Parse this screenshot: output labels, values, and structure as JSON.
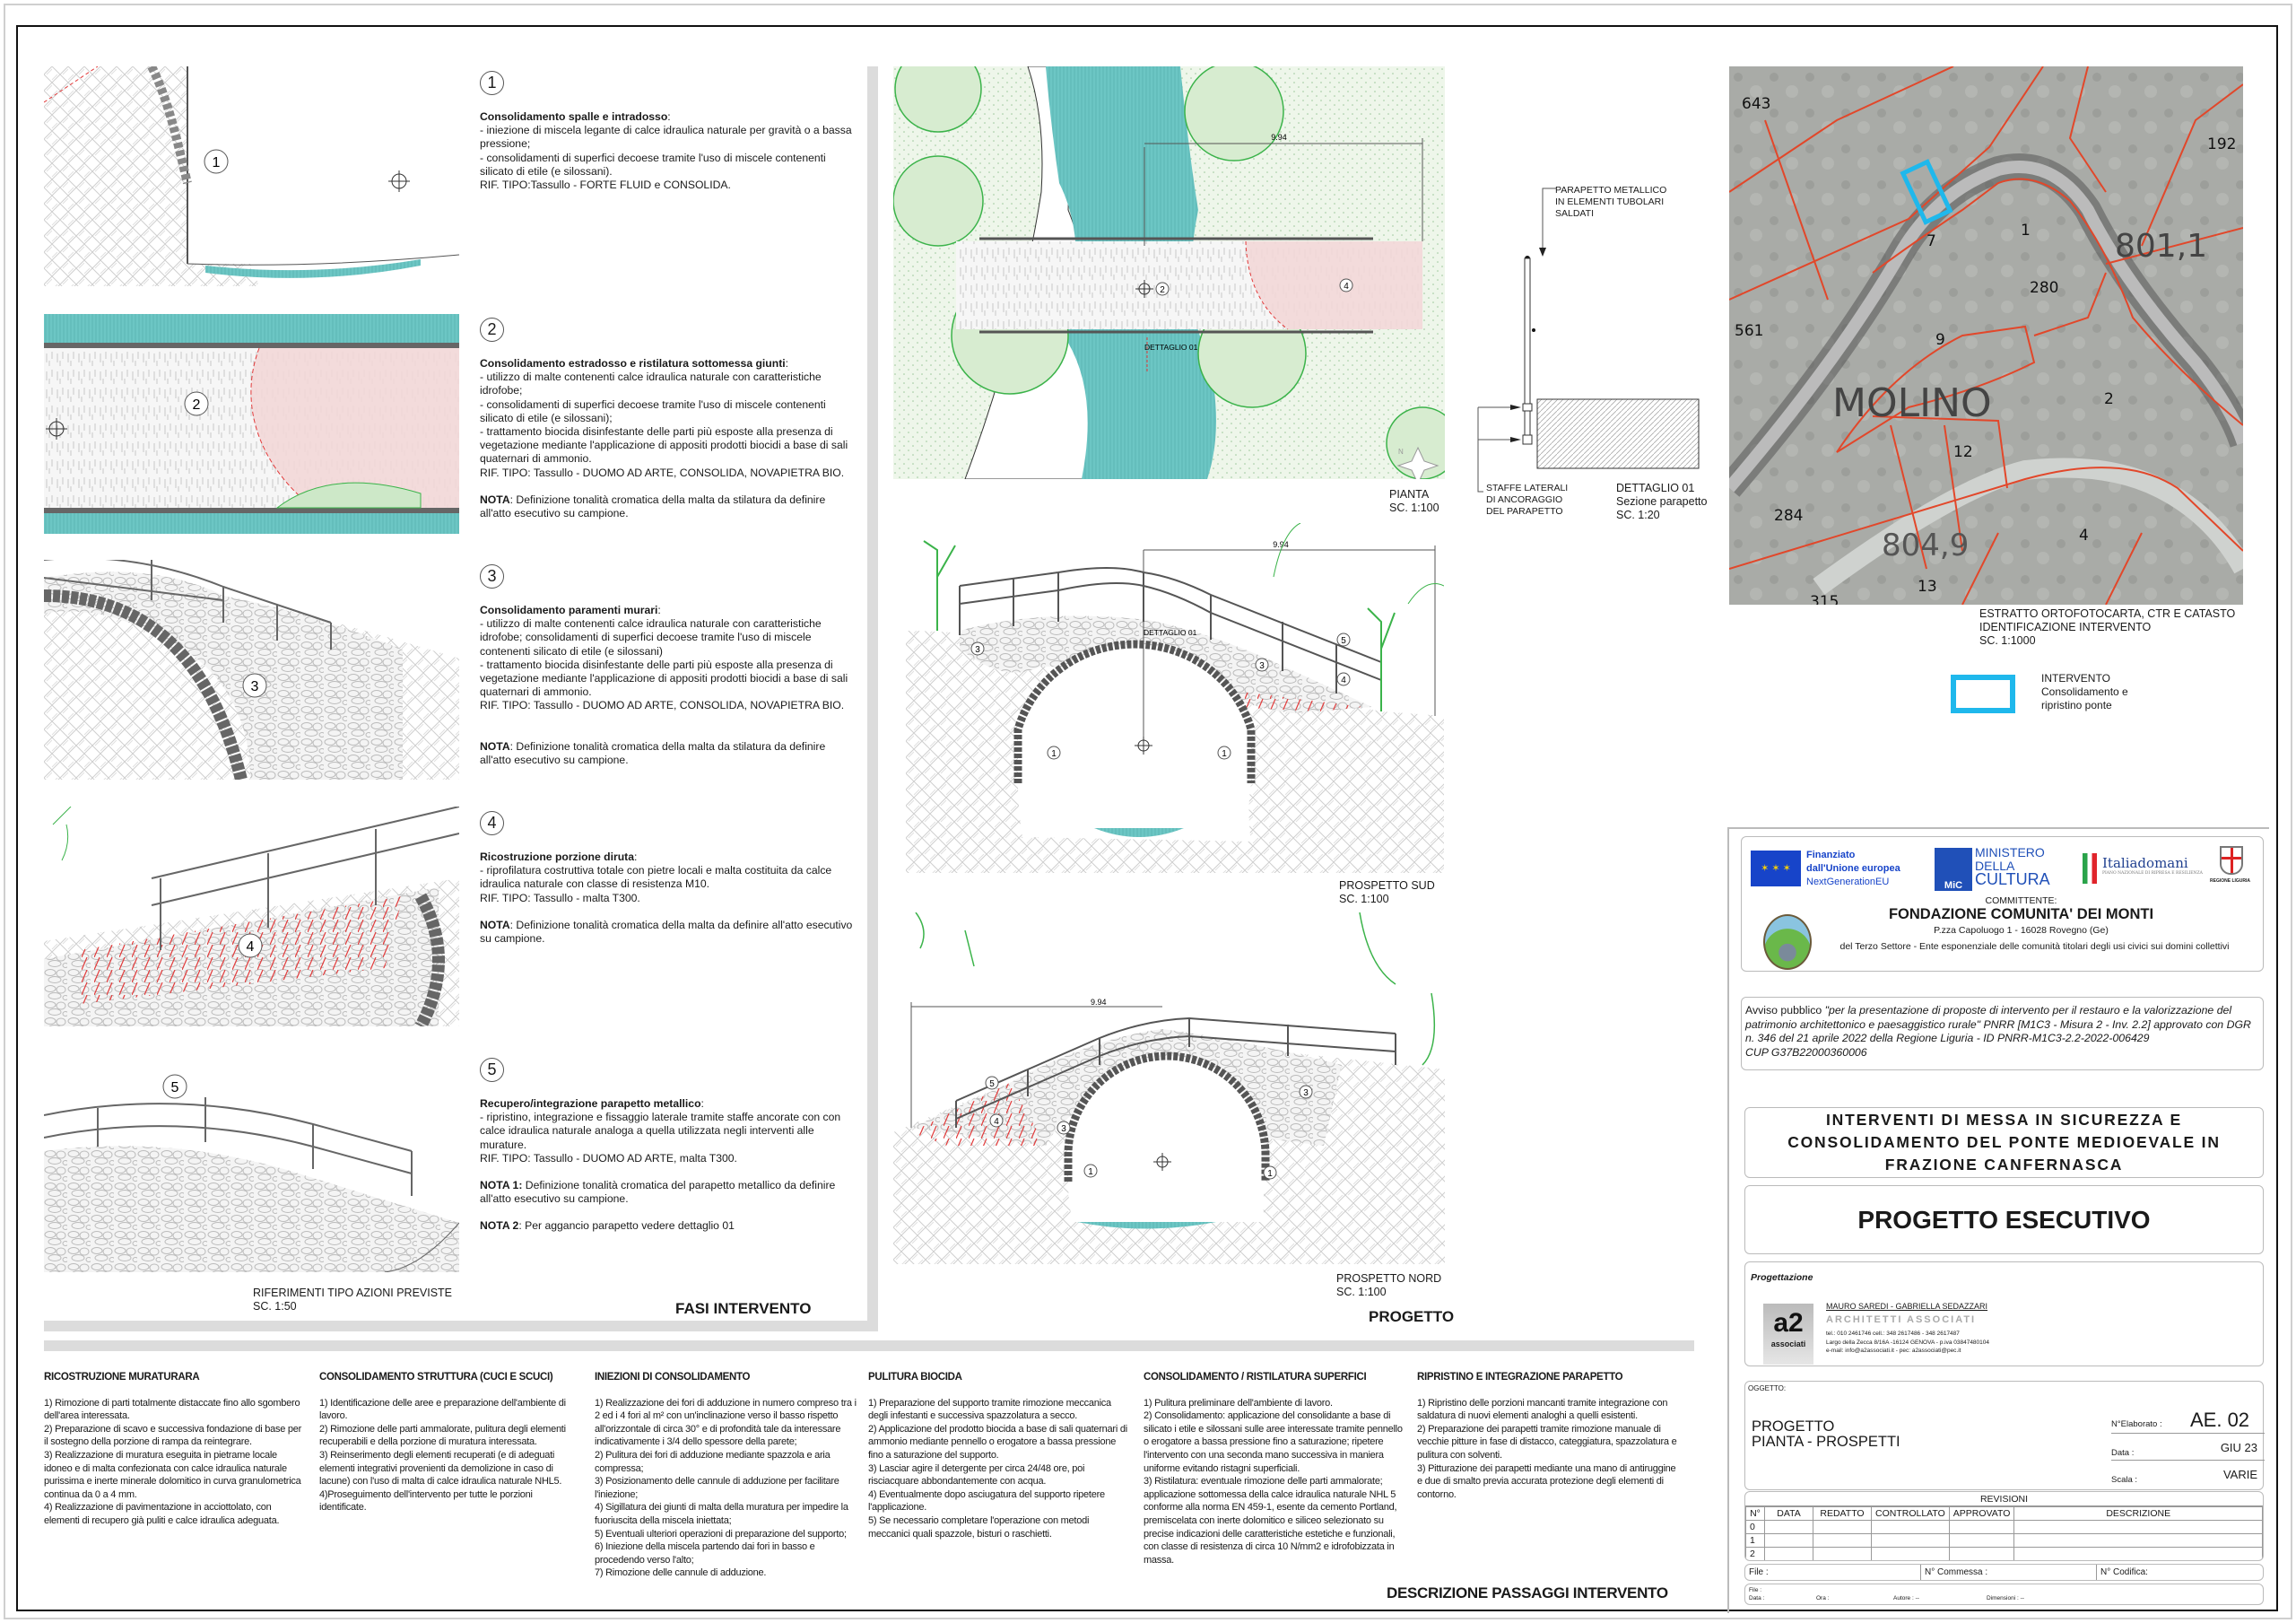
{
  "fasi": {
    "section_title": "FASI INTERVENTO",
    "caption": [
      "RIFERIMENTI TIPO AZIONI PREVISTE",
      "SC. 1:50"
    ],
    "items": [
      {
        "num": "1",
        "title": "Consolidamento spalle e intradosso",
        "body": [
          "- iniezione di miscela legante di calce idraulica naturale per gravità o a bassa pressione;",
          "- consolidamenti di superfici decoese tramite l'uso di miscele contenenti silicato di etile (e silossani).",
          "RIF. TIPO:Tassullo - FORTE FLUID e CONSOLIDA."
        ],
        "notes": []
      },
      {
        "num": "2",
        "title": "Consolidamento estradosso e ristilatura sottomessa giunti",
        "body": [
          "- utilizzo di malte contenenti calce idraulica naturale con caratteristiche idrofobe;",
          "- consolidamenti di superfici decoese tramite l'uso di miscele contenenti silicato di etile (e silossani);",
          "- trattamento biocida disinfestante delle parti più esposte alla presenza di vegetazione mediante l'applicazione di appositi prodotti biocidi a base di sali quaternari di ammonio.",
          "RIF. TIPO: Tassullo - DUOMO AD ARTE, CONSOLIDA, NOVAPIETRA BIO."
        ],
        "notes": [
          {
            "label": "NOTA",
            "text": ": Definizione tonalità cromatica della malta da stilatura da definire all'atto esecutivo su campione."
          }
        ]
      },
      {
        "num": "3",
        "title": "Consolidamento paramenti murari",
        "body": [
          "- utilizzo di malte contenenti calce idraulica naturale con caratteristiche idrofobe; consolidamenti di superfici decoese tramite l'uso di miscele contenenti silicato di etile (e silossani)",
          "- trattamento biocida disinfestante delle parti più esposte alla presenza di vegetazione mediante l'applicazione di appositi prodotti biocidi a base di sali quaternari di ammonio.",
          "RIF. TIPO: Tassullo - DUOMO AD ARTE, CONSOLIDA, NOVAPIETRA BIO."
        ],
        "notes": [
          {
            "label": "NOTA",
            "text": ": Definizione tonalità cromatica della malta da stilatura da definire all'atto esecutivo su campione."
          }
        ]
      },
      {
        "num": "4",
        "title": "Ricostruzione porzione diruta",
        "body": [
          "- riprofilatura costruttiva totale con pietre locali e malta costituita da calce idraulica naturale con classe di resistenza M10.",
          "RIF. TIPO: Tassullo - malta T300."
        ],
        "notes": [
          {
            "label": "NOTA",
            "text": ": Definizione tonalità cromatica della malta da definire all'atto esecutivo su campione."
          }
        ]
      },
      {
        "num": "5",
        "title": "Recupero/integrazione parapetto metallico",
        "body": [
          "- ripristino, integrazione e fissaggio laterale tramite staffe ancorate con con calce idraulica naturale analoga a quella utilizzata negli interventi alle murature.",
          "RIF. TIPO: Tassullo - DUOMO AD ARTE, malta T300."
        ],
        "notes": [
          {
            "label": "NOTA 1:",
            "text": " Definizione tonalità cromatica del parapetto metallico da definire all'atto esecutivo su campione."
          },
          {
            "label": "NOTA 2",
            "text": ": Per aggancio parapetto vedere dettaglio 01"
          }
        ]
      }
    ]
  },
  "progetto": {
    "section_title": "PROGETTO",
    "dimension": "9.94",
    "detail_ref": "DETTAGLIO 01",
    "pianta": [
      "PIANTA",
      "SC. 1:100"
    ],
    "sud": [
      "PROSPETTO SUD",
      "SC. 1:100"
    ],
    "nord": [
      "PROSPETTO NORD",
      "SC. 1:100"
    ],
    "north_label": "N"
  },
  "dettaglio": {
    "top_label": [
      "PARAPETTO METALLICO",
      "IN ELEMENTI TUBOLARI",
      "SALDATI"
    ],
    "bottom_label": [
      "STAFFE LATERALI",
      "DI ANCORAGGIO",
      "DEL PARAPETTO"
    ],
    "title": [
      "DETTAGLIO 01",
      "Sezione parapetto",
      "SC. 1:20"
    ]
  },
  "map": {
    "labels": [
      "643",
      "192",
      "1",
      "801,1",
      "280",
      "7",
      "561",
      "9",
      "MOLINO",
      "2",
      "12",
      "284",
      "804,9",
      "4",
      "13",
      "315"
    ],
    "caption": [
      "ESTRATTO ORTOFOTOCARTA, CTR E CATASTO",
      "IDENTIFICAZIONE INTERVENTO",
      "SC. 1:1000"
    ],
    "legend": [
      "INTERVENTO",
      "Consolidamento e",
      "ripristino ponte"
    ],
    "colors": {
      "intervento": "#1fb8ec",
      "catasto": "#e2472a"
    }
  },
  "descrizione": {
    "section_title": "DESCRIZIONE PASSAGGI INTERVENTO",
    "columns": [
      {
        "heading": "RICOSTRUZIONE  MURATURARA",
        "items": [
          "1) Rimozione di parti totalmente distaccate fino allo sgombero dell'area interessata.",
          "2) Preparazione di scavo e successiva fondazione di base per il sostegno della porzione di rampa da reintegrare.",
          "3) Realizzazione di muratura eseguita in pietrame locale idoneo e di malta confezionata con calce idraulica naturale purissima e inerte minerale dolomitico in curva granulometrica continua da 0 a 4 mm.",
          "4) Realizzazione di pavimentazione in acciottolato, con elementi di recupero già puliti e calce idraulica adeguata."
        ]
      },
      {
        "heading": "CONSOLIDAMENTO STRUTTURA (CUCI E SCUCI)",
        "items": [
          "1) Identificazione delle aree e preparazione dell'ambiente di lavoro.",
          "2) Rimozione delle parti ammalorate, pulitura degli elementi recuperabili e della porzione di muratura interessata.",
          "3) Reinserimento degli elementi recuperati (e di adeguati elementi integrativi provenienti da demolizione in caso di lacune) con l'uso di malta di calce idraulica naturale NHL5.",
          "4)Proseguimento dell'intervento per tutte le porzioni identificate."
        ]
      },
      {
        "heading": "INIEZIONI DI CONSOLIDAMENTO",
        "items": [
          "1) Realizzazione dei fori di adduzione in numero compreso tra i 2 ed i 4 fori al m² con un'inclinazione verso il basso rispetto all'orizzontale di circa 30° e di profondità tale da interessare indicativamente i 3/4 dello spessore della parete;",
          "2) Pulitura dei fori di adduzione mediante spazzola e aria compressa;",
          "3) Posizionamento delle cannule di adduzione per facilitare l'iniezione;",
          "4) Sigillatura dei giunti di malta della muratura per impedire la fuoriuscita della miscela iniettata;",
          "5) Eventuali ulteriori operazioni di preparazione del supporto;",
          "6) Iniezione della miscela partendo dai fori in basso e procedendo verso l'alto;",
          "7) Rimozione delle cannule di adduzione."
        ]
      },
      {
        "heading": "PULITURA BIOCIDA",
        "items": [
          "1) Preparazione del supporto tramite rimozione meccanica degli infestanti e successiva spazzolatura a secco.",
          "2) Applicazione del prodotto biocida a base di sali quaternari di ammonio mediante pennello o erogatore a bassa pressione fino a saturazione del supporto.",
          "3) Lasciar agire il detergente per circa 24/48 ore, poi risciacquare abbondantemente con acqua.",
          "4) Eventualmente dopo asciugatura del supporto ripetere l'applicazione.",
          "5) Se necessario completare l'operazione con metodi meccanici quali spazzole, bisturi o raschietti."
        ]
      },
      {
        "heading": "CONSOLIDAMENTO / RISTILATURA SUPERFICI",
        "items": [
          "1) Pulitura preliminare dell'ambiente di lavoro.",
          "2) Consolidamento: applicazione del consolidante a base di silicato i etile e silossani sulle aree interessate tramite pennello o erogatore a bassa pressione fino a saturazione; ripetere l'intervento con una seconda mano successiva in maniera uniforme evitando ristagni superficiali.",
          "3) Ristilatura: eventuale rimozione delle parti ammalorate; applicazione sottomessa della calce idraulica naturale NHL 5 conforme alla norma EN 459-1, esente da cemento Portland, premiscelata con inerte dolomitico e siliceo selezionato su precise indicazioni delle caratteristiche estetiche e funzionali, con classe di resistenza di circa 10 N/mm2 e idrofobizzata in massa."
        ]
      },
      {
        "heading": "RIPRISTINO E INTEGRAZIONE PARAPETTO",
        "items": [
          "1) Ripristino delle porzioni mancanti tramite integrazione con saldatura di nuovi elementi analoghi a quelli esistenti.",
          "2) Preparazione dei parapetti tramite rimozione manuale di vecchie pitture in fase di distacco, categgiatura, spazzolatura e pulitura con solventi.",
          "3) Pitturazione dei parapetti mediante una mano di antiruggine e due di smalto previa accurata protezione degli elementi di contorno."
        ]
      }
    ]
  },
  "title_block": {
    "logos": {
      "eu": [
        "Finanziato",
        "dall'Unione europea",
        "NextGenerationEU"
      ],
      "mic": [
        "MINISTERO",
        "DELLA",
        "CULTURA",
        "MiC"
      ],
      "italiadomani": [
        "Italiadomani",
        "PIANO NAZIONALE DI RIPRESA E RESILIENZA"
      ],
      "liguria": "REGIONE LIGURIA"
    },
    "committente_label": "COMMITTENTE:",
    "committente": "FONDAZIONE COMUNITA' DEI MONTI",
    "address": "P.zza Capoluogo 1 - 16028 Rovegno (Ge)",
    "committente_desc": "del Terzo Settore - Ente esponenziale delle comunità titolari degli usi civici sui domini collettivi",
    "avviso_prefix": "Avviso pubblico ",
    "avviso": "\"per la presentazione di proposte di intervento per il restauro e la valorizzazione del patrimonio architettonico e paesaggistico rurale\" PNRR [M1C3 - Misura 2 - Inv. 2.2] approvato con DGR n. 346 del 21 aprile 2022 della Regione Liguria - ID PNRR-M1C3-2.2-2022-006429",
    "cup": "CUP G37B22000360006",
    "project_title": "INTERVENTI DI MESSA IN SICUREZZA E CONSOLIDAMENTO DEL PONTE MEDIOEVALE IN FRAZIONE CANFERNASCA",
    "phase": "PROGETTO ESECUTIVO",
    "progettazione": {
      "label": "Progettazione",
      "logo": [
        "a2",
        "associati"
      ],
      "names": "MAURO SAREDI  - GABRIELLA SEDAZZARI",
      "firm": "ARCHITETTI ASSOCIATI",
      "tel": "tel.: 010 2461746      cell.: 348 2617486 - 348 2617487",
      "address": "Largo della Zecca 8/16A -16124 GENOVA - p.iva 03847480104",
      "email": "e-mail: info@a2associati.it   -    pec: a2associati@pec.it"
    },
    "oggetto_label": "OGGETTO:",
    "oggetto": [
      "PROGETTO",
      "PIANTA - PROSPETTI"
    ],
    "elaborato_label": "N°Elaborato :",
    "elaborato": "AE. 02",
    "data_label": "Data :",
    "data": "GIU 23",
    "scala_label": "Scala :",
    "scala": "VARIE",
    "revisioni": {
      "title": "REVISIONI",
      "headers": [
        "N°",
        "DATA",
        "REDATTO",
        "CONTROLLATO",
        "APPROVATO",
        "DESCRIZIONE"
      ],
      "rows": [
        "0",
        "1",
        "2"
      ]
    },
    "file_row": [
      "File :",
      "N° Commessa :",
      "N° Codifica:"
    ],
    "meta_row": [
      "File :",
      "Data :",
      "Ora :",
      "Autore : --",
      "Dimensioni : --"
    ]
  }
}
